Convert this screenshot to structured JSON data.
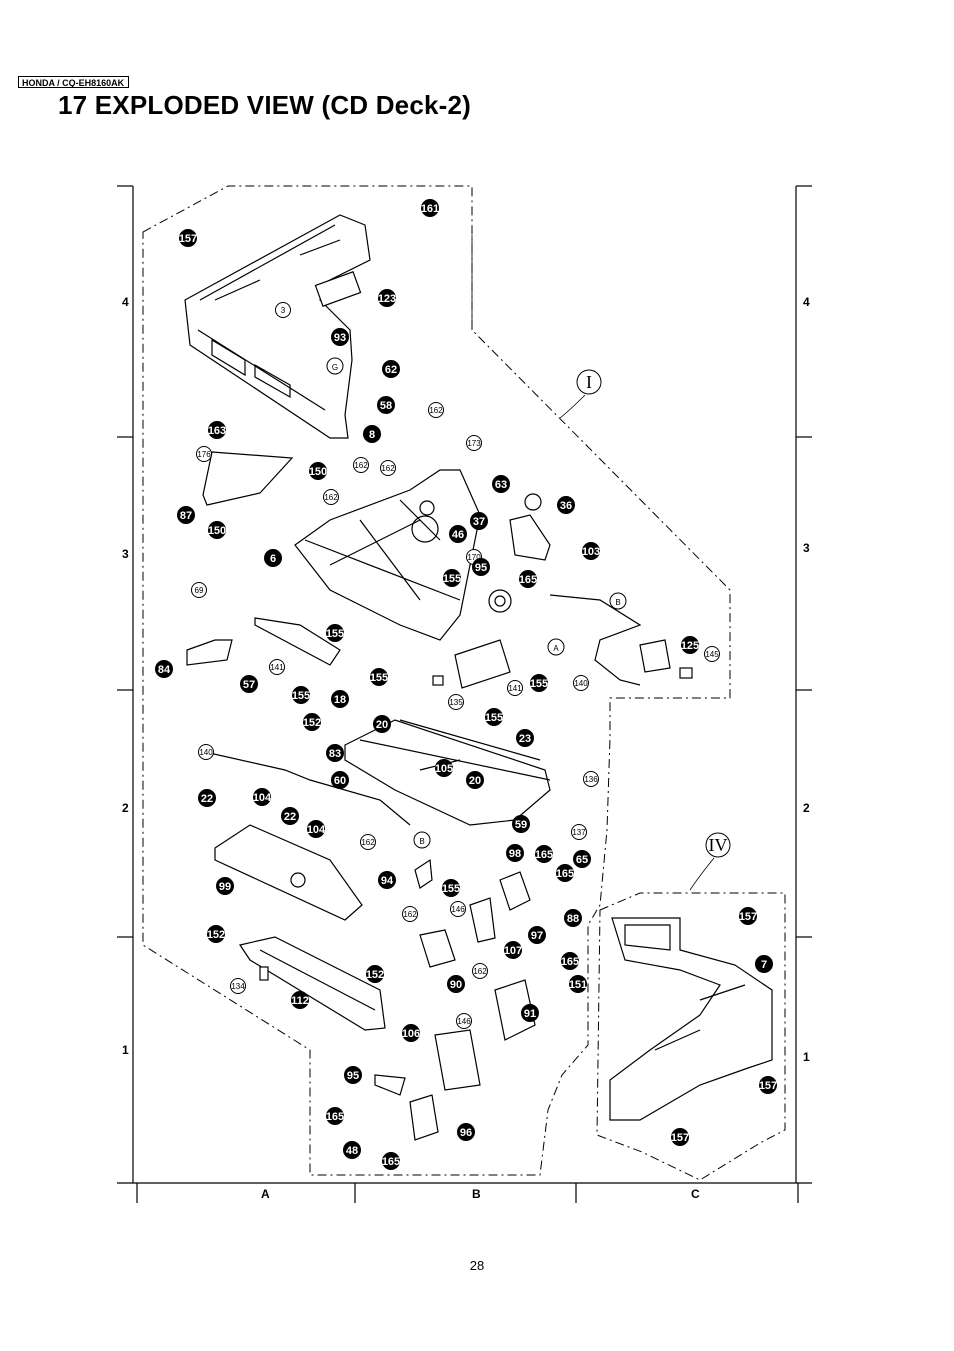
{
  "header": {
    "model": "HONDA / CQ-EH8160AK"
  },
  "title": "17 EXPLODED VIEW (CD Deck-2)",
  "page_number": "28",
  "grid": {
    "rows": [
      "4",
      "3",
      "2",
      "1"
    ],
    "columns": [
      "A",
      "B",
      "C"
    ]
  },
  "section_markers": [
    "I",
    "IV"
  ],
  "connection_markers": [
    "G",
    "B",
    "A",
    "B"
  ],
  "callouts": {
    "c161": "161",
    "c157a": "157",
    "c3": "3",
    "c123": "123",
    "c93": "93",
    "c62": "62",
    "c58": "58",
    "c8": "8",
    "c163": "163",
    "c162a": "162",
    "c173": "173",
    "c176": "176",
    "c150a": "150",
    "c162b": "162",
    "c162c": "162",
    "c87": "87",
    "c162d": "162",
    "c150b": "150",
    "c63": "63",
    "c36": "36",
    "c37": "37",
    "c46": "46",
    "c6": "6",
    "c170": "170",
    "c103": "103",
    "c95": "95",
    "c165a": "165",
    "c155a": "155",
    "c69": "69",
    "c155b": "155",
    "c125": "125",
    "c145": "145",
    "c84": "84",
    "c141a": "141",
    "c155c": "155",
    "c57": "57",
    "c141b": "141",
    "c155d": "155",
    "c140a": "140",
    "c155e": "155",
    "c18": "18",
    "c135": "135",
    "c155f": "155",
    "c152a": "152",
    "c20a": "20",
    "c23": "23",
    "c140b": "140",
    "c83": "83",
    "c105": "105",
    "c60": "60",
    "c20b": "20",
    "c136": "136",
    "c22a": "22",
    "c104a": "104",
    "c22b": "22",
    "c104b": "104",
    "c59": "59",
    "c137": "137",
    "c162e": "162",
    "c98": "98",
    "c165b": "165",
    "c65": "65",
    "c94": "94",
    "c155g": "155",
    "c165c": "165",
    "c99": "99",
    "c162f": "162",
    "c146a": "146",
    "c88": "88",
    "c97": "97",
    "c107": "107",
    "c165d": "165",
    "c152b": "152",
    "c152c": "152",
    "c90": "90",
    "c162g": "162",
    "c134": "134",
    "c112": "112",
    "c91": "91",
    "c151": "151",
    "c146b": "146",
    "c106": "106",
    "c95b": "95",
    "c165e": "165",
    "c96": "96",
    "c48": "48",
    "c165f": "165",
    "c157b": "157",
    "c7": "7",
    "c157c": "157",
    "c157d": "157"
  }
}
